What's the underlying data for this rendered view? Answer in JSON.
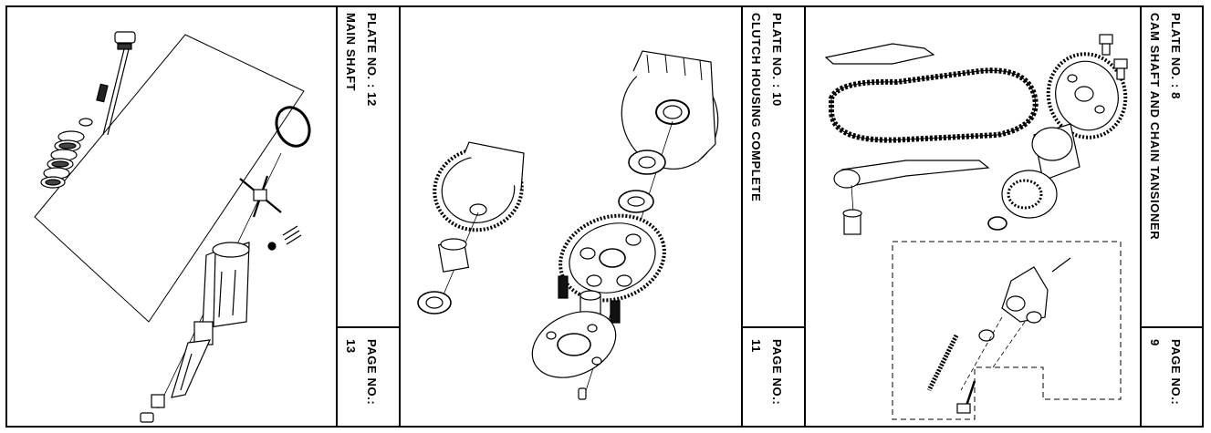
{
  "plates": [
    {
      "plate_label": "PLATE NO. : 8",
      "title": "CAM SHAFT AND CHAIN TANSIONER",
      "page_label": "PAGE NO.:",
      "page_number": "9"
    },
    {
      "plate_label": "PLATE NO. : 10",
      "title": "CLUTCH HOUSING COMPLETE",
      "page_label": "PAGE NO.:",
      "page_number": "11"
    },
    {
      "plate_label": "PLATE NO. : 12",
      "title": "MAIN SHAFT",
      "page_label": "PAGE NO.:",
      "page_number": "13"
    }
  ]
}
